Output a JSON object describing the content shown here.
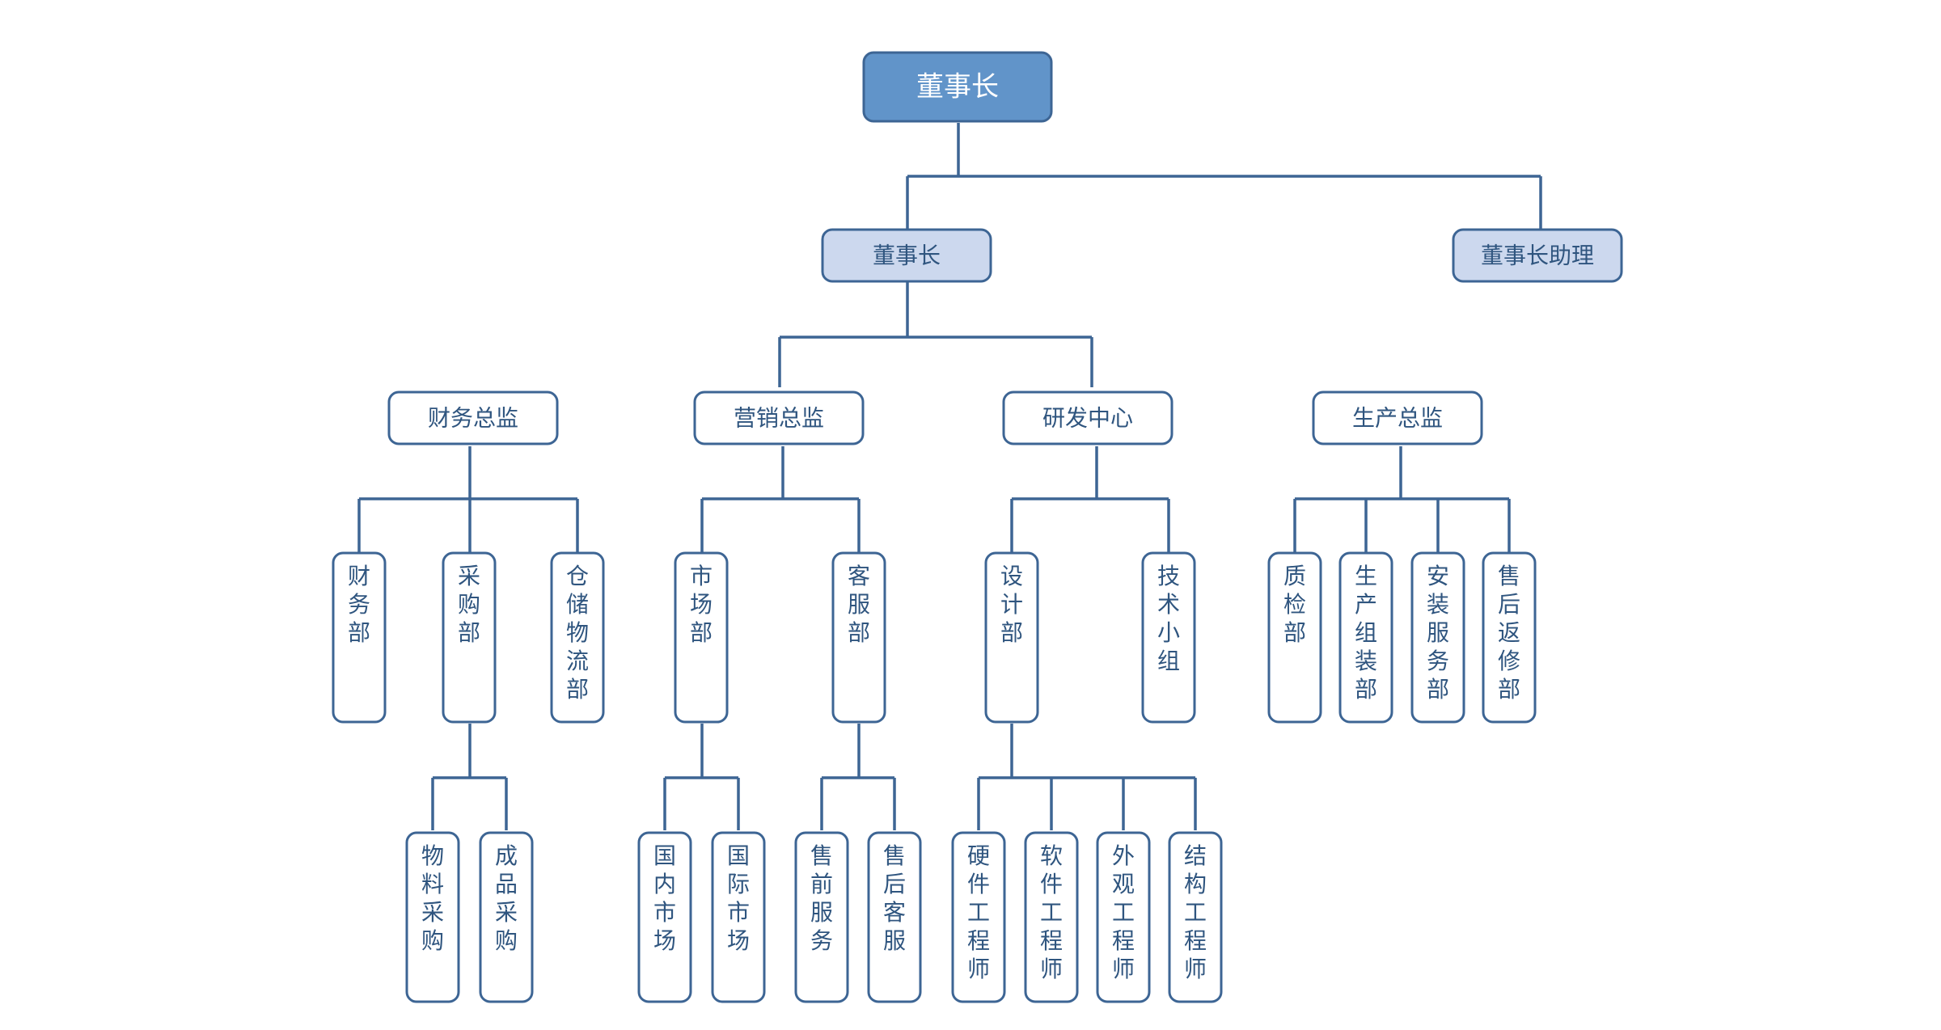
{
  "colors": {
    "line": "#3d6594",
    "root_fill": "#6194c9",
    "level2_fill": "#ccd8ee",
    "box_fill": "#ffffff",
    "text": "#2f557f",
    "root_text": "#ffffff"
  },
  "org": {
    "root": "董事长",
    "level2": {
      "main": "董事长",
      "assistant": "董事长助理"
    },
    "directors": {
      "finance": "财务总监",
      "marketing": "营销总监",
      "rnd": "研发中心",
      "production": "生产总监"
    },
    "departments": {
      "finance_dept": "财务部",
      "purchasing": "采购部",
      "warehouse": "仓储物流部",
      "market": "市场部",
      "customer_service": "客服部",
      "design": "设计部",
      "tech_group": "技术小组",
      "qc": "质检部",
      "assembly": "生产组装部",
      "install_service": "安装服务部",
      "repair": "售后返修部"
    },
    "units": {
      "material_purchase": "物料采购",
      "product_purchase": "成品采购",
      "domestic_market": "国内市场",
      "intl_market": "国际市场",
      "presale_service": "售前服务",
      "aftersale_service": "售后客服",
      "hardware_eng": "硬件工程师",
      "software_eng": "软件工程师",
      "appearance_eng": "外观工程师",
      "structure_eng": "结构工程师"
    }
  }
}
